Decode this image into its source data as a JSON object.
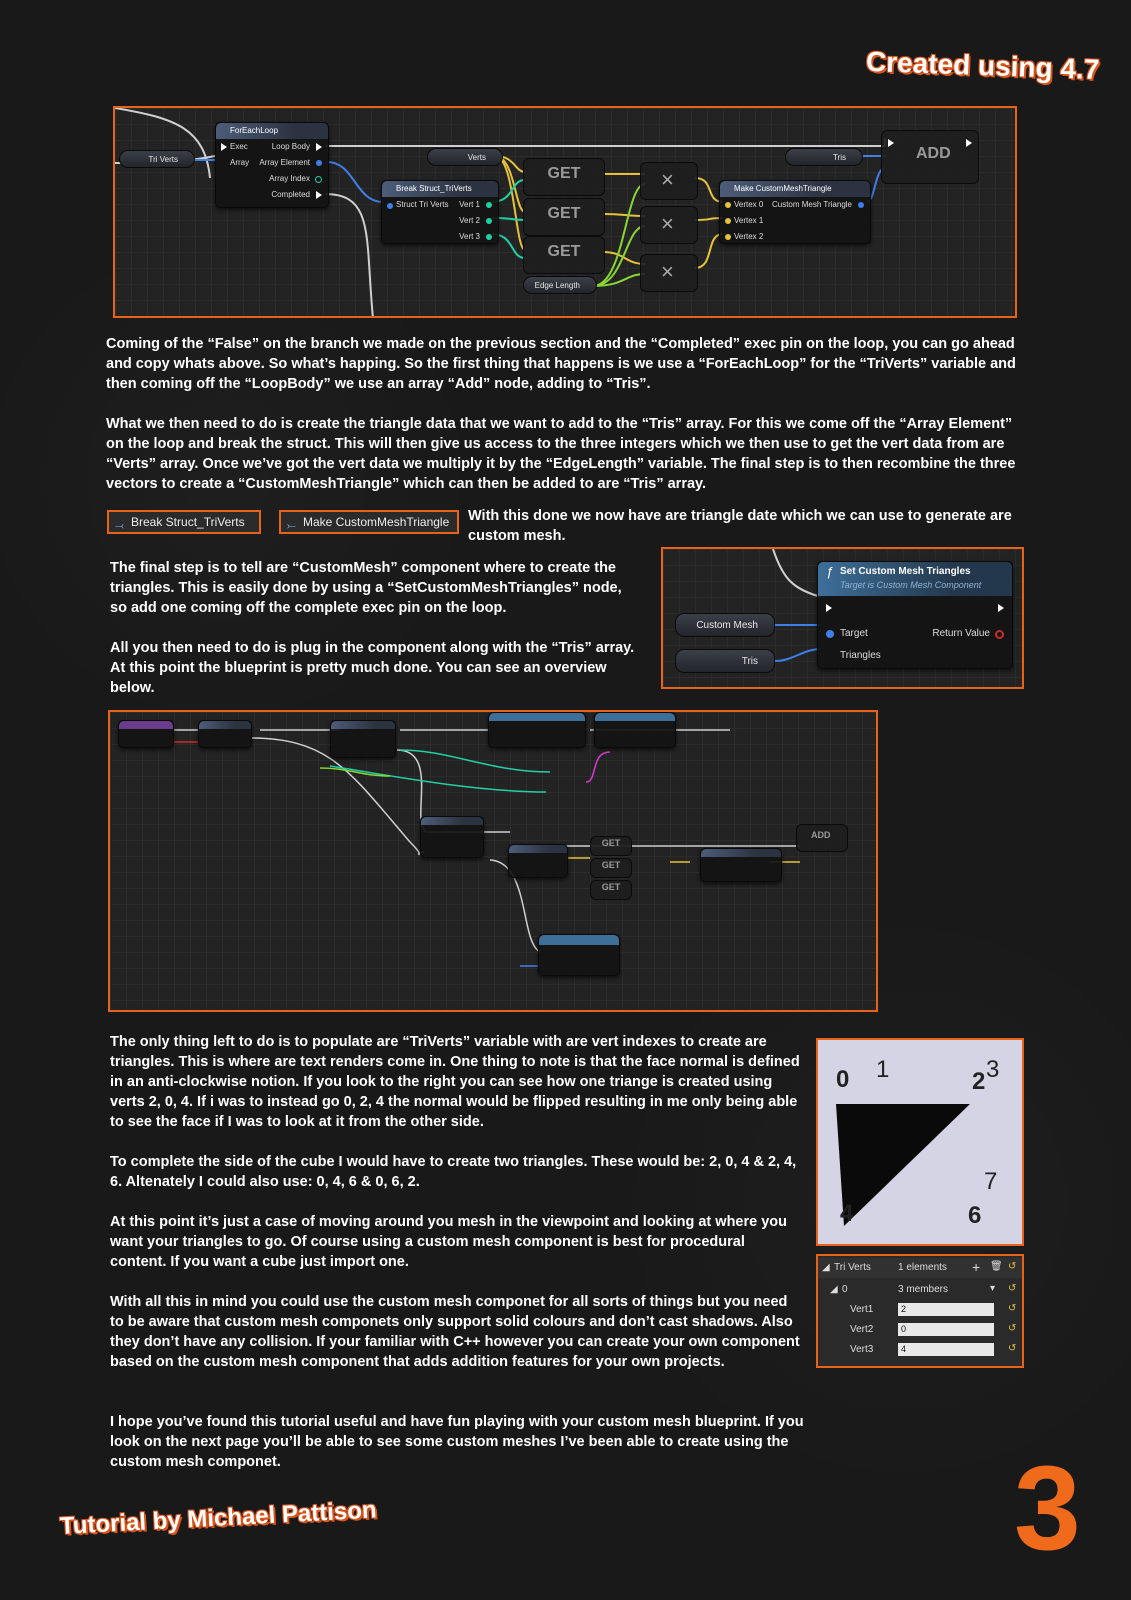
{
  "header": {
    "created_using": "Created using 4.7"
  },
  "diagram1": {
    "foreach": {
      "title": "ForEachLoop",
      "exec": "Exec",
      "array": "Array",
      "loop_body": "Loop Body",
      "array_element": "Array Element",
      "array_index": "Array Index",
      "completed": "Completed"
    },
    "tri_verts": "Tri Verts",
    "verts": "Verts",
    "break": {
      "title": "Break Struct_TriVerts",
      "struct": "Struct Tri Verts",
      "v1": "Vert 1",
      "v2": "Vert 2",
      "v3": "Vert 3"
    },
    "get": "GET",
    "edge_length": "Edge Length",
    "make": {
      "title": "Make CustomMeshTriangle",
      "v0": "Vertex 0",
      "v1": "Vertex 1",
      "v2": "Vertex 2",
      "out": "Custom Mesh Triangle"
    },
    "tris": "Tris",
    "add": "ADD"
  },
  "paragraphs": {
    "p1": "Coming of the “False” on the branch we made on the previous section and the “Completed” exec pin on the loop, you can go ahead and copy whats above. So what’s happing. So the first thing that happens is we use a “ForEachLoop” for the “TriVerts” variable and then coming off the “LoopBody” we use an array “Add” node, adding to “Tris”.",
    "p2": "What we then need to do is create the triangle data that we want to add to the “Tris” array. For this we come off the “Array Element” on the loop and break the struct. This will then give us access to the three integers which we then use to get the vert data from are “Verts” array. Once we’ve got the vert data we multiply it by the “EdgeLength” variable. The final step is to then recombine the three vectors to create a “CustomMeshTriangle” which can then be added to are “Tris” array.",
    "p3": "With this done we now have are triangle date which we can use to generate are custom mesh.",
    "p4": "The final step is to tell are “CustomMesh” component where to create the triangles. This is easily done by using a “SetCustomMeshTriangles” node, so add one coming off the complete exec pin on the loop.",
    "p5": "All you then need to do is plug in the component along with the “Tris” array. At this point the blueprint is pretty much done. You can see an overview below.",
    "p6": "The only thing left to do is to populate are “TriVerts” variable with are vert indexes to create are triangles. This is where are text renders come in. One thing to note is that the face normal is defined in an anti-clockwise notion. If you look to the right you can see how one triange is created using verts 2, 0, 4. If i was to instead go 0, 2, 4 the normal would be flipped resulting in me only being able to see the face if I was to look at it from the other side.",
    "p7": "To complete the side of the cube I would have to create two triangles. These would be: 2, 0, 4 & 2, 4, 6. Altenately I could also use: 0, 4, 6 & 0, 6, 2.",
    "p8": "At this point it’s just a case of moving around you mesh in the viewpoint and looking at where you want your triangles to go. Of course using a custom mesh component is best for procedural content. If you want a cube just import one.",
    "p9": "With all this in mind you could use the custom mesh componet for all sorts of things but you need to be aware that custom mesh componets only support solid colours and don’t cast shadows. Also they don’t have any collision. If your familiar with C++ however you can create your own component based on the custom mesh component that adds addition features for your own projects.",
    "p10": "I hope you’ve found this tutorial useful and have fun playing with your custom mesh blueprint. If you look on the next page you’ll be able to see some custom meshes I’ve been able to create using the custom mesh componet."
  },
  "buttons": {
    "break": "Break Struct_TriVerts",
    "make": "Make CustomMeshTriangle"
  },
  "diagram2": {
    "title": "Set Custom Mesh Triangles",
    "subtitle": "Target is Custom Mesh Component",
    "target": "Target",
    "triangles": "Triangles",
    "return_value": "Return Value",
    "custom_mesh": "Custom Mesh",
    "tris": "Tris"
  },
  "overview": {
    "add": "ADD",
    "get": "GET"
  },
  "mesh_labels": [
    "0",
    "1",
    "2",
    "3",
    "4",
    "6",
    "7"
  ],
  "details": {
    "tri_verts": "Tri Verts",
    "elements": "1 elements",
    "index": "0",
    "members": "3 members",
    "rows": [
      {
        "label": "Vert1",
        "value": "2"
      },
      {
        "label": "Vert2",
        "value": "0"
      },
      {
        "label": "Vert3",
        "value": "4"
      }
    ]
  },
  "footer": {
    "credit": "Tutorial by Michael Pattison",
    "page_number": "3"
  }
}
